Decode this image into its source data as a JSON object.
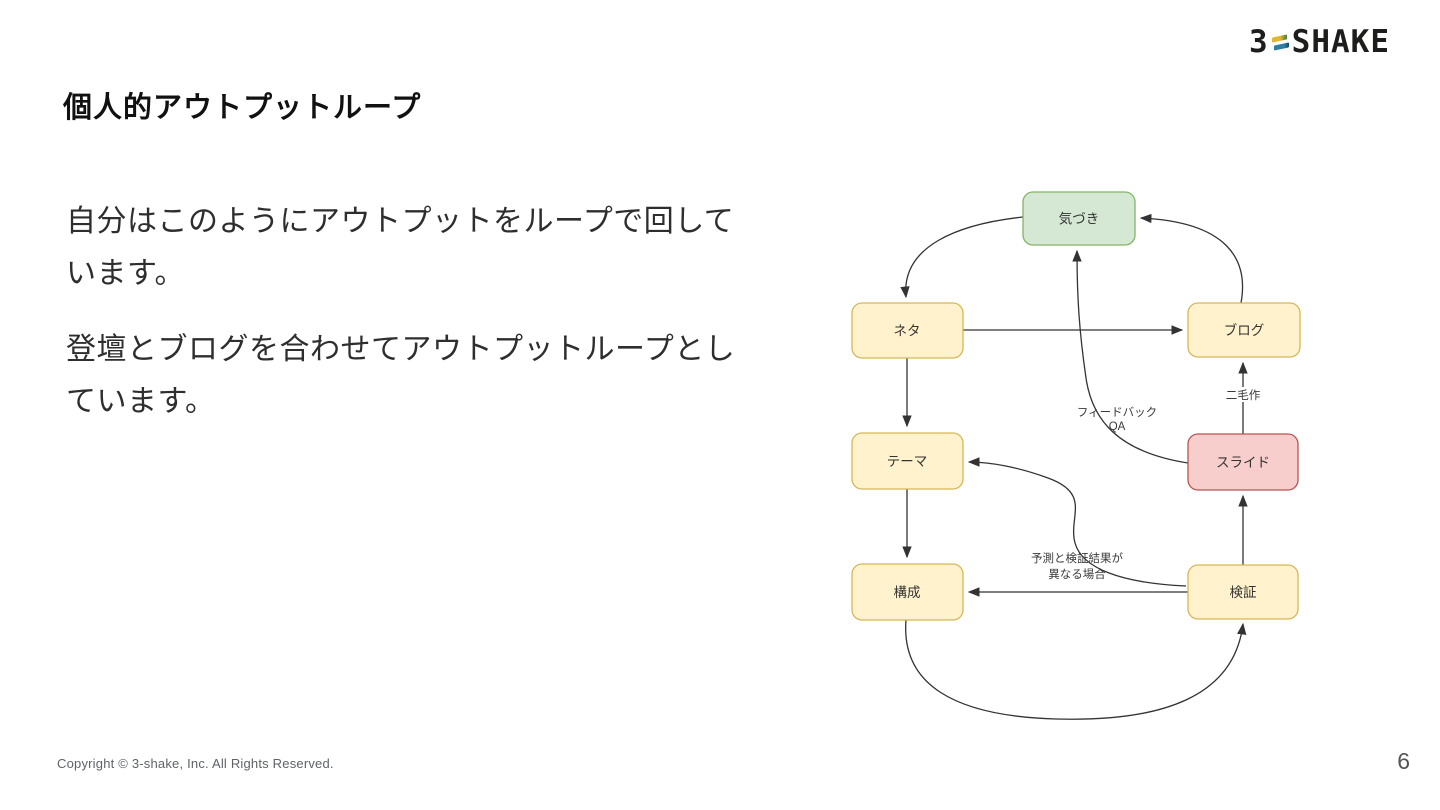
{
  "logo": {
    "prefix": "3",
    "suffix": "SHAKE",
    "mark_colors": {
      "top_yellow": "#e3b72d",
      "top_green": "#3e7c45",
      "bottom_teal": "#2d7fa5"
    }
  },
  "slide": {
    "title": "個人的アウトプットループ",
    "paragraphs": [
      "自分はこのようにアウトプットをループで回しています。",
      "登壇とブログを合わせてアウトプットループとしています。"
    ],
    "copyright": "Copyright © 3-shake, Inc. All Rights Reserved.",
    "page_number": "6"
  },
  "diagram": {
    "colors": {
      "green_fill": "#d5e8d4",
      "green_stroke": "#82b366",
      "yellow_fill": "#fff2cc",
      "yellow_stroke": "#d6b656",
      "red_fill": "#f8cecc",
      "red_stroke": "#b85450",
      "edge_stroke": "#333333"
    },
    "nodes": [
      {
        "label": "気づき",
        "color": "green"
      },
      {
        "label": "ネタ",
        "color": "yellow"
      },
      {
        "label": "ブログ",
        "color": "yellow"
      },
      {
        "label": "テーマ",
        "color": "yellow"
      },
      {
        "label": "スライド",
        "color": "red"
      },
      {
        "label": "構成",
        "color": "yellow"
      },
      {
        "label": "検証",
        "color": "yellow"
      }
    ],
    "edges": [
      {
        "from": "気づき",
        "to": "ネタ",
        "label": ""
      },
      {
        "from": "ネタ",
        "to": "ブログ",
        "label": ""
      },
      {
        "from": "ネタ",
        "to": "テーマ",
        "label": ""
      },
      {
        "from": "テーマ",
        "to": "構成",
        "label": ""
      },
      {
        "from": "検証",
        "to": "構成",
        "label": ""
      },
      {
        "from": "検証",
        "to": "スライド",
        "label": ""
      },
      {
        "from": "スライド",
        "to": "ブログ",
        "label": "二毛作"
      },
      {
        "from": "ブログ",
        "to": "気づき",
        "label": ""
      },
      {
        "from": "スライド",
        "to": "気づき",
        "label": "フィードバック QA"
      },
      {
        "from": "検証",
        "to": "テーマ",
        "label": "予測と検証結果が異なる場合"
      },
      {
        "from": "構成",
        "to": "検証",
        "label": ""
      }
    ],
    "edge_labels": {
      "nimousaku": "二毛作",
      "feedback_line1": "フィードバック",
      "feedback_line2": "QA",
      "prediction_line1": "予測と検証結果が",
      "prediction_line2": "異なる場合"
    }
  }
}
